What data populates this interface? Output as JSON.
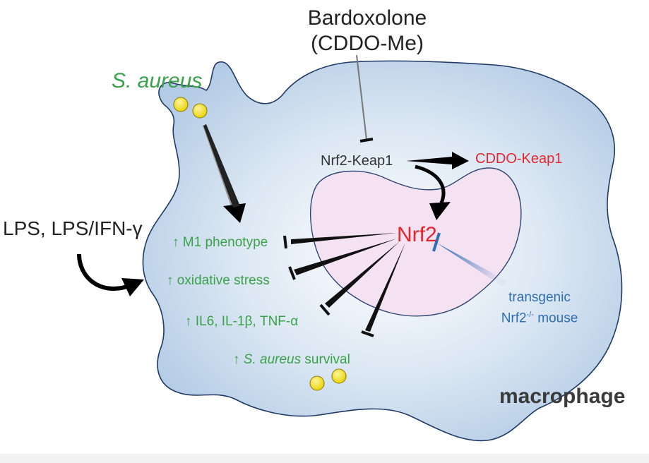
{
  "drug": {
    "name_line1": "Bardoxolone",
    "name_line2": "(CDDO-Me)"
  },
  "labels": {
    "pathogen": "S. aureus",
    "stimulus": "LPS, LPS/IFN-γ",
    "complex": "Nrf2-Keap1",
    "drug_complex": "CDDO-Keap1",
    "factor": "Nrf2",
    "cell": "macrophage"
  },
  "effects": {
    "m1": "↑ M1 phenotype",
    "oxidative": "↑ oxidative stress",
    "cytokines": "↑ IL6, IL-1β, TNF-α",
    "survival_prefix": "↑ ",
    "survival_italic": "S. aureus",
    "survival_suffix": " survival"
  },
  "knockout": {
    "line1": "transgenic",
    "line2_prefix": "Nrf2",
    "line2_sup": "-/-",
    "line2_suffix": " mouse"
  },
  "colors": {
    "cell_fill_center": "#ffffff",
    "cell_fill_edge": "#b6cde6",
    "cell_stroke": "#1f3a66",
    "nucleus_fill": "#f4e1f2",
    "nucleus_stroke": "#2f4470",
    "green": "#3aa24a",
    "red": "#e5262e",
    "blue": "#2f6eb5",
    "bacteria": "#f4e21c"
  }
}
